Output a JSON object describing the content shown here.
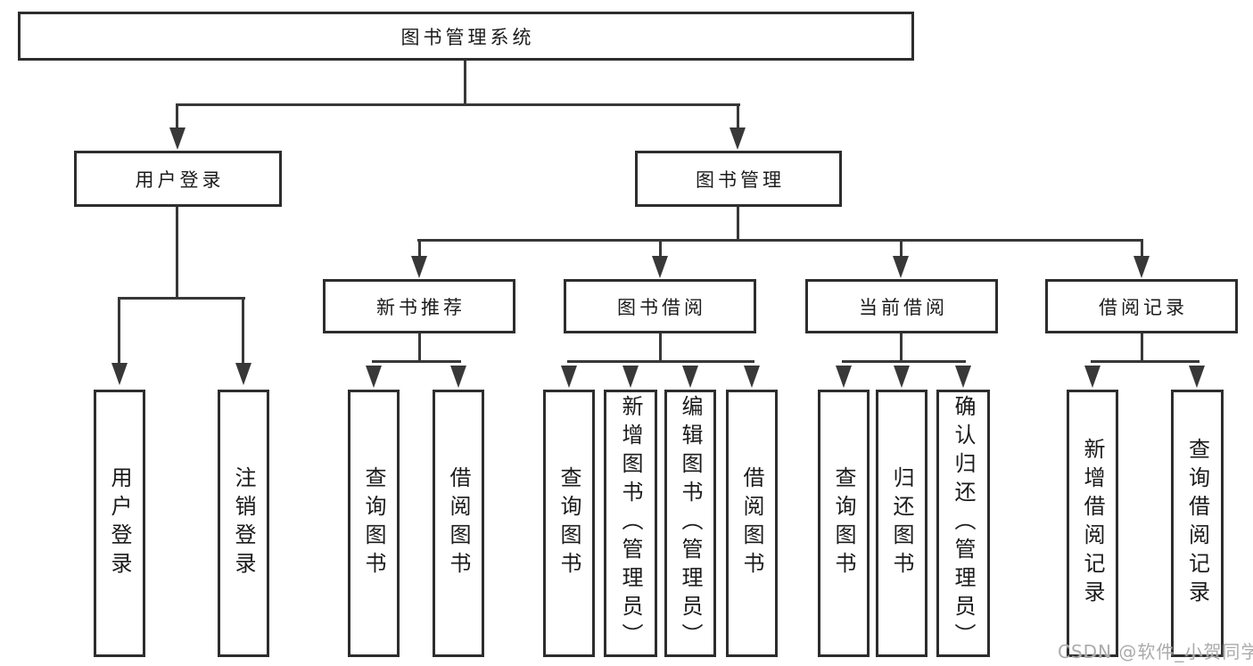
{
  "diagram": {
    "title": "图书管理系统",
    "groups": [
      {
        "label": "用户登录",
        "children": [
          "用户登录",
          "注销登录"
        ]
      },
      {
        "label": "图书管理",
        "subgroups": [
          {
            "label": "新书推荐",
            "children": [
              "查询图书",
              "借阅图书"
            ]
          },
          {
            "label": "图书借阅",
            "children": [
              "查询图书",
              "新增图书（管理员）",
              "编辑图书（管理员）",
              "借阅图书"
            ]
          },
          {
            "label": "当前借阅",
            "children": [
              "查询图书",
              "归还图书",
              "确认归还（管理员）"
            ]
          },
          {
            "label": "借阅记录",
            "children": [
              "新增借阅记录",
              "查询借阅记录"
            ]
          }
        ]
      }
    ]
  },
  "watermark": {
    "text": "CSDN @软件_小贺同学"
  },
  "colors": {
    "background": "#ffffff",
    "line": "#383838",
    "box_border": "#2d2d2d",
    "text": "#1b1b1b",
    "watermark_text": "#ababab"
  }
}
